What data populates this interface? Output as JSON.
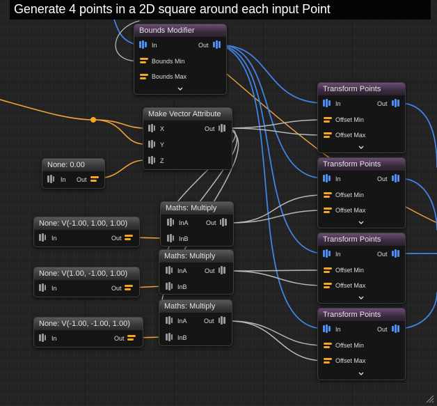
{
  "title": "Generate 4 points in a 2D square around each input Point",
  "colors": {
    "point_wire": "#3f84e6",
    "float_wire": "#f5a623",
    "vector_wire": "#bdbdbd",
    "purple_header": "#5c4263"
  },
  "nodes": {
    "bounds_modifier": {
      "title": "Bounds Modifier",
      "in": "In",
      "out": "Out",
      "bounds_min": "Bounds Min",
      "bounds_max": "Bounds Max"
    },
    "make_vector": {
      "title": "Make Vector Attribute",
      "x": "X",
      "y": "Y",
      "z": "Z",
      "out": "Out"
    },
    "const_zero": {
      "title": "None: 0.00",
      "in": "In",
      "out": "Out"
    },
    "const_v1": {
      "title": "None: V(-1.00, 1.00, 1.00)",
      "in": "In",
      "out": "Out"
    },
    "const_v2": {
      "title": "None: V(1.00, -1.00, 1.00)",
      "in": "In",
      "out": "Out"
    },
    "const_v3": {
      "title": "None: V(-1.00, -1.00, 1.00)",
      "in": "In",
      "out": "Out"
    },
    "multiply_1": {
      "title": "Maths: Multiply",
      "ina": "InA",
      "inb": "InB",
      "out": "Out"
    },
    "multiply_2": {
      "title": "Maths: Multiply",
      "ina": "InA",
      "inb": "InB",
      "out": "Out"
    },
    "multiply_3": {
      "title": "Maths: Multiply",
      "ina": "InA",
      "inb": "InB",
      "out": "Out"
    },
    "transform_1": {
      "title": "Transform Points",
      "in": "In",
      "out": "Out",
      "offset_min": "Offset Min",
      "offset_max": "Offset Max"
    },
    "transform_2": {
      "title": "Transform Points",
      "in": "In",
      "out": "Out",
      "offset_min": "Offset Min",
      "offset_max": "Offset Max"
    },
    "transform_3": {
      "title": "Transform Points",
      "in": "In",
      "out": "Out",
      "offset_min": "Offset Min",
      "offset_max": "Offset Max"
    },
    "transform_4": {
      "title": "Transform Points",
      "in": "In",
      "out": "Out",
      "offset_min": "Offset Min",
      "offset_max": "Offset Max"
    }
  }
}
